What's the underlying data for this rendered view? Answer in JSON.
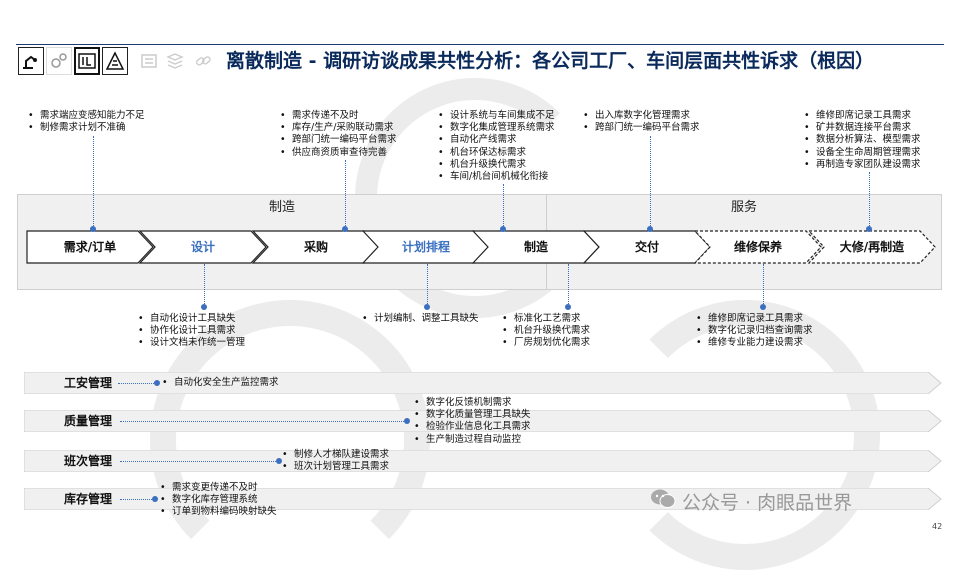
{
  "header": {
    "title": "离散制造 - 调研访谈成果共性分析：各公司工厂、车间层面共性诉求（根因）",
    "icons": [
      "robot-arm-icon",
      "gears-icon",
      "factory-board-icon",
      "building-icon",
      "server-icon",
      "layers-icon",
      "chain-icon"
    ]
  },
  "sections": {
    "manufacturing": "制造",
    "service": "服务"
  },
  "stages": [
    "需求/订单",
    "设计",
    "采购",
    "计划排程",
    "制造",
    "交付",
    "维修保养",
    "大修/再制造"
  ],
  "top_notes": [
    {
      "items": [
        "需求端应变感知能力不足",
        "制修需求计划不准确"
      ]
    },
    {
      "items": [
        "需求传递不及时",
        "库存/生产/采购联动需求",
        "跨部门统一编码平台需求",
        "供应商资质审查待完善"
      ]
    },
    {
      "items": [
        "设计系统与车间集成不足",
        "数字化集成管理系统需求",
        "自动化产线需求",
        "机台环保达标需求",
        "机台升级换代需求",
        "车间/机台间机械化衔接"
      ]
    },
    {
      "items": [
        "出入库数字化管理需求",
        "跨部门统一编码平台需求"
      ]
    },
    {
      "items": [
        "维修即席记录工具需求",
        "矿井数据连接平台需求",
        "数据分析算法、模型需求",
        "设备全生命周期管理需求",
        "再制造专家团队建设需求"
      ]
    }
  ],
  "bottom_notes": [
    {
      "items": [
        "自动化设计工具缺失",
        "协作化设计工具需求",
        "设计文档未作统一管理"
      ]
    },
    {
      "items": [
        "计划编制、调整工具缺失"
      ]
    },
    {
      "items": [
        "标准化工艺需求",
        "机台升级换代需求",
        "厂房规划优化需求"
      ]
    },
    {
      "items": [
        "维修即席记录工具需求",
        "数字化记录归档查询需求",
        "维修专业能力建设需求"
      ]
    }
  ],
  "management": [
    {
      "label": "工安管理",
      "items": [
        "自动化安全生产监控需求"
      ]
    },
    {
      "label": "质量管理",
      "items": [
        "数字化反馈机制需求",
        "数字化质量管理工具缺失",
        "检验作业信息化工具需求",
        "生产制造过程自动监控"
      ]
    },
    {
      "label": "班次管理",
      "items": [
        "制修人才梯队建设需求",
        "班次计划管理工具需求"
      ]
    },
    {
      "label": "库存管理",
      "items": [
        "需求变更传递不及时",
        "数字化库存管理系统",
        "订单到物料编码映射缺失"
      ]
    }
  ],
  "watermark": "公众号 · 肉眼品世界",
  "page_number": "42",
  "colors": {
    "accent_blue": "#3b6fbf",
    "title_navy": "#0b2a5c",
    "highlight_stage_text": "#3b6fbf"
  }
}
